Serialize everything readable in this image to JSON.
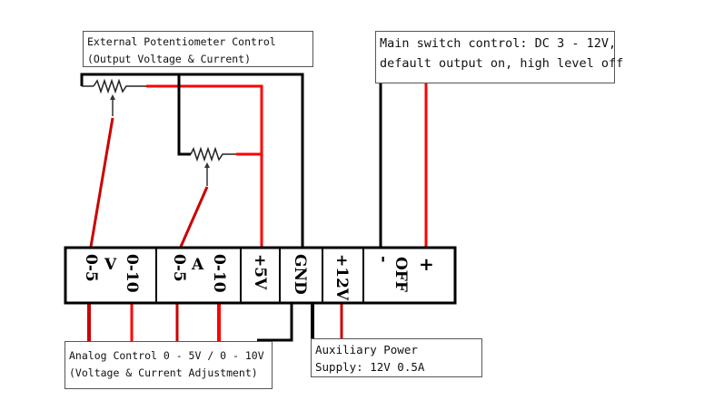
{
  "diagram": {
    "title": "Wiring diagram for external control terminals",
    "colors": {
      "positive_wire": "#ff0000",
      "negative_wire": "#000000",
      "wiper_wire": "#cc0000"
    },
    "labels": {
      "potentiometer": {
        "line1": "External Potentiometer Control",
        "line2": "(Output Voltage & Current)"
      },
      "main_switch": {
        "line1": "Main switch control: DC 3 - 12V,",
        "line2": "default output on, high level off"
      },
      "analog": {
        "line1": "Analog Control 0 - 5V / 0 - 10V",
        "line2": "(Voltage & Current Adjustment)"
      },
      "aux_power": {
        "line1": "Auxiliary Power",
        "line2": "Supply: 12V 0.5A"
      }
    },
    "terminals": {
      "v_group": {
        "letter": "V",
        "left": "0-5",
        "right": "0-10"
      },
      "a_group": {
        "letter": "A",
        "left": "0-5",
        "right": "0-10"
      },
      "plus5v": "+5V",
      "gnd": "GND",
      "plus12v": "+12V",
      "off": {
        "minus": "-",
        "name": "OFF",
        "plus": "+"
      }
    }
  }
}
